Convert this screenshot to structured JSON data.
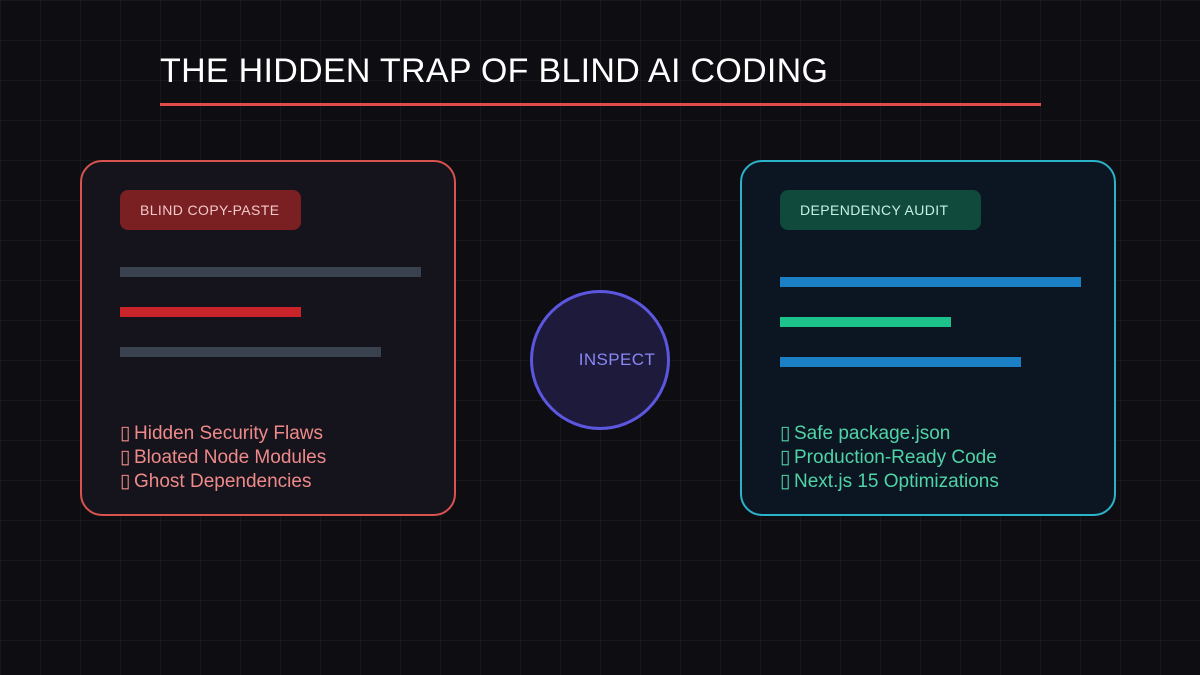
{
  "title": "THE HIDDEN TRAP OF BLIND AI CODING",
  "left_panel": {
    "badge": "BLIND COPY-PASTE",
    "features": [
      {
        "glyph": "▯",
        "text": "Hidden Security Flaws"
      },
      {
        "glyph": "▯",
        "text": "Bloated Node Modules"
      },
      {
        "glyph": "▯",
        "text": "Ghost Dependencies"
      }
    ],
    "colors": {
      "border": "#d9534f",
      "bars": [
        "#3a4250",
        "#c8242a",
        "#3a4250"
      ]
    }
  },
  "center": {
    "label": "INSPECT",
    "color": "#5b57e0"
  },
  "right_panel": {
    "badge": "DEPENDENCY AUDIT",
    "features": [
      {
        "glyph": "▯",
        "text": "Safe package.json"
      },
      {
        "glyph": "▯",
        "text": "Production-Ready Code"
      },
      {
        "glyph": "▯",
        "text": "Next.js 15 Optimizations"
      }
    ],
    "colors": {
      "border": "#2bb3c9",
      "bars": [
        "#1a7fc4",
        "#1cc28a",
        "#1a7fc4"
      ]
    }
  }
}
